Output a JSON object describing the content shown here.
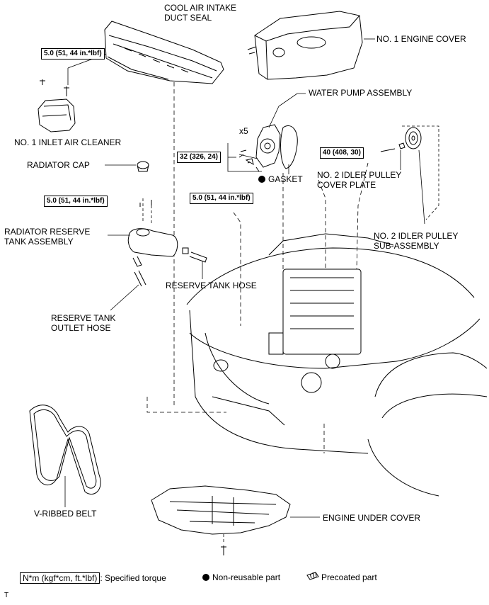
{
  "labels": {
    "cool_air_intake_duct_seal": [
      "COOL AIR INTAKE",
      "DUCT SEAL"
    ],
    "no1_engine_cover": "NO. 1 ENGINE COVER",
    "water_pump_assembly": "WATER PUMP ASSEMBLY",
    "no1_inlet_air_cleaner": "NO. 1 INLET AIR CLEANER",
    "radiator_cap": "RADIATOR CAP",
    "gasket": "GASKET",
    "no2_idler_pulley_cover_plate": [
      "NO. 2 IDLER PULLEY",
      "COVER PLATE"
    ],
    "radiator_reserve_tank_assembly": [
      "RADIATOR RESERVE",
      "TANK ASSEMBLY"
    ],
    "no2_idler_pulley_sub_assembly": [
      "NO. 2 IDLER PULLEY",
      "SUB-ASSEMBLY"
    ],
    "reserve_tank_hose": "RESERVE TANK HOSE",
    "reserve_tank_outlet_hose": [
      "RESERVE TANK",
      "OUTLET HOSE"
    ],
    "v_ribbed_belt": "V-RIBBED BELT",
    "engine_under_cover": "ENGINE UNDER COVER",
    "quantity_x5": "x5",
    "footer_code": "T"
  },
  "torques": {
    "air_cleaner_bolt": "5.0 (51, 44 in.*lbf)",
    "tank_bolt_left": "5.0 (51, 44 in.*lbf)",
    "tank_bolt_right": "5.0 (51, 44 in.*lbf)",
    "water_pump_bolts": "32 (326, 24)",
    "idler_pulley_bolt": "40 (408, 30)"
  },
  "legend": {
    "torque_unit": "N*m (kgf*cm, ft.*lbf)",
    "torque_desc": ": Specified torque",
    "non_reusable": "Non-reusable part",
    "precoated": "Precoated part"
  }
}
